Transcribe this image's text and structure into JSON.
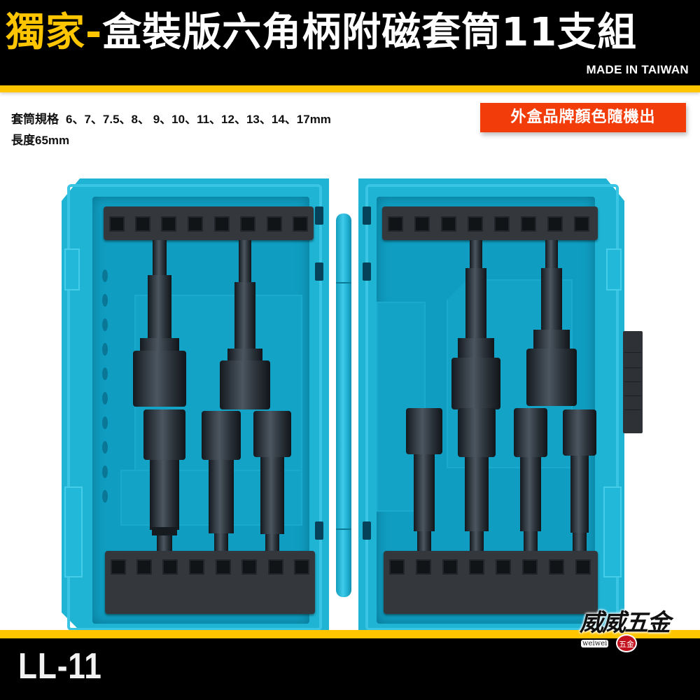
{
  "header": {
    "title_accent": "獨家-",
    "title_main": "盒裝版六角柄附磁套筒11支組",
    "made_in": "MADE IN TAIWAN"
  },
  "specs": {
    "sizes_label": "套筒規格",
    "sizes_value": "6、7、7.5、8、 9、10、11、12、13、14、17mm",
    "length_label": "長度",
    "length_value": "65mm"
  },
  "notice": "外盒品牌顏色隨機出",
  "footer": {
    "model": "LL-11"
  },
  "logo": {
    "name": "威威五金",
    "sub": "weiwei",
    "seal": "五金"
  },
  "product": {
    "socket_count": 11,
    "case_color": "#1fb3d4",
    "rack_color": "#34383c",
    "left_half_sockets": 5,
    "right_half_sockets": 6
  },
  "colors": {
    "accent_yellow": "#ffc600",
    "notice_red": "#f23c0a",
    "header_bg": "#000000"
  }
}
